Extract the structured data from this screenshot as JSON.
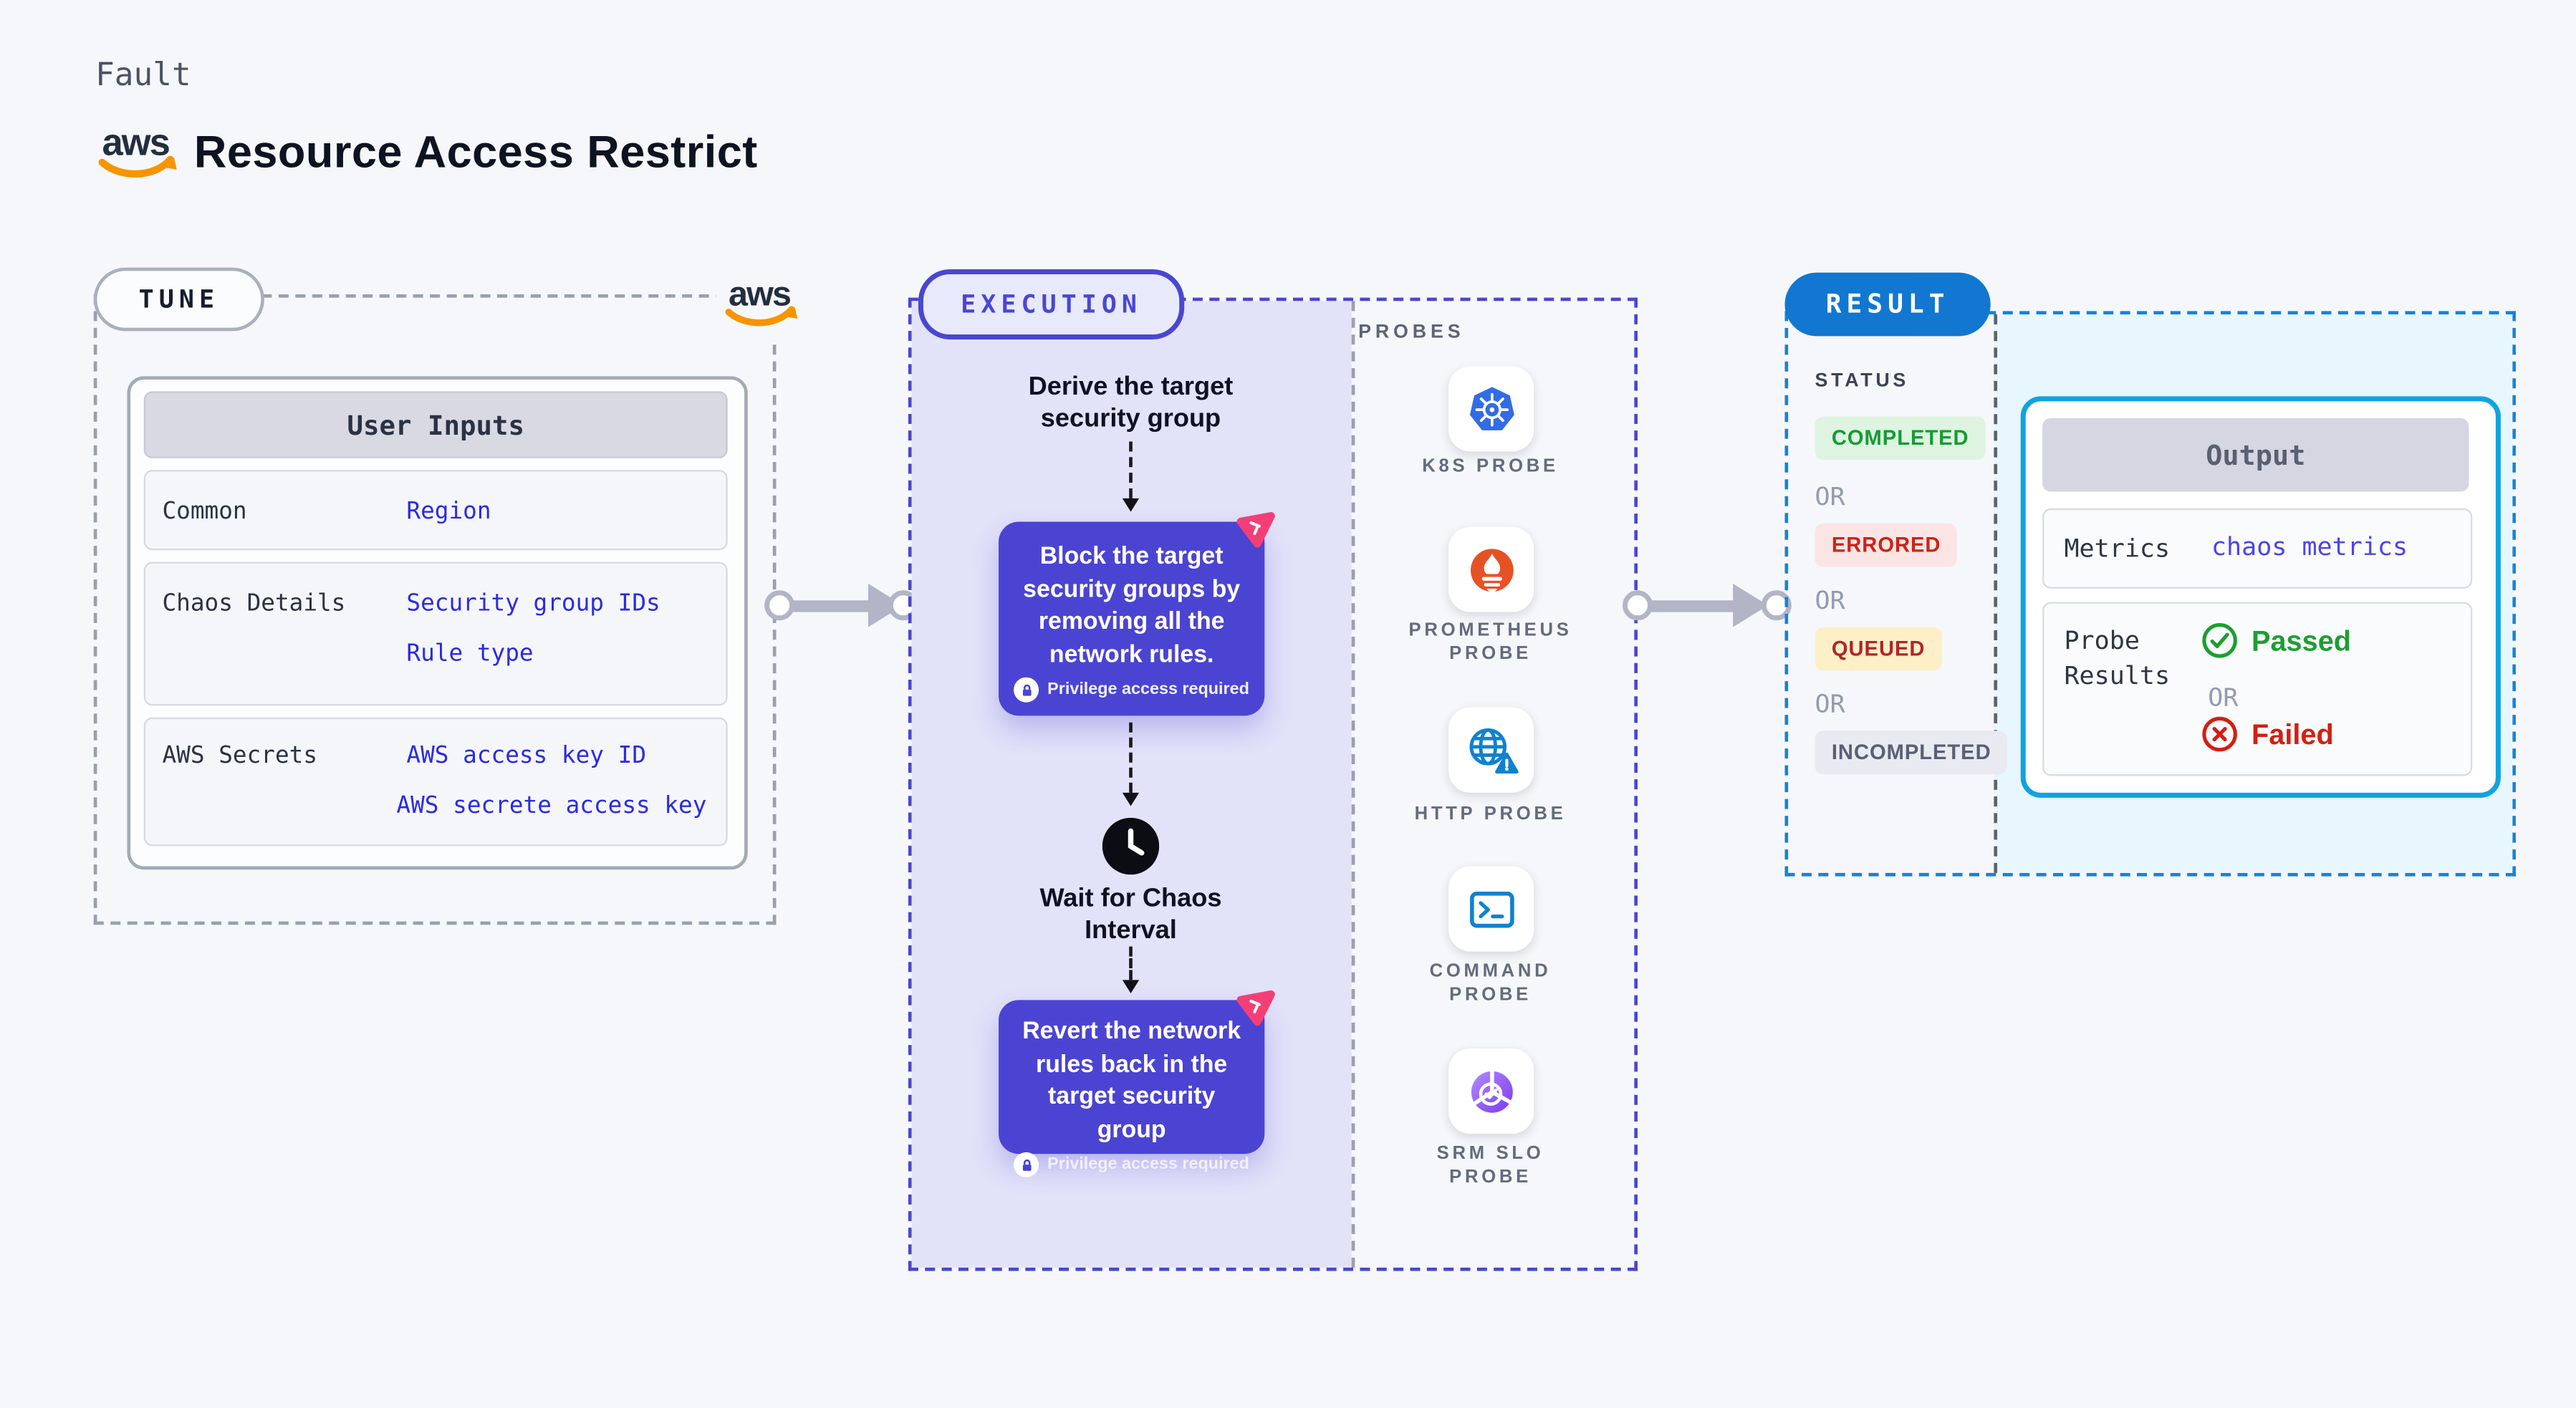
{
  "header": {
    "eyebrow": "Fault",
    "title": "Resource Access Restrict"
  },
  "aws_logo": {
    "text": "aws"
  },
  "tune": {
    "label": "TUNE",
    "table": {
      "title": "User Inputs",
      "rows": [
        {
          "label": "Common",
          "values": [
            "Region"
          ]
        },
        {
          "label": "Chaos Details",
          "values": [
            "Security group IDs",
            "Rule type"
          ]
        },
        {
          "label": "AWS Secrets",
          "values": [
            "AWS access key ID",
            "AWS secrete access key"
          ]
        }
      ]
    }
  },
  "execution": {
    "label": "EXECUTION",
    "derive_step": "Derive the target security group",
    "block_step": {
      "text": "Block the target security groups by removing all the network rules.",
      "note": "Privilege access required"
    },
    "wait_step": "Wait for Chaos Interval",
    "revert_step": {
      "text": "Revert the network rules back in the target security group",
      "note": "Privilege access required"
    },
    "probes": {
      "label": "PROBES",
      "items": [
        {
          "name": "K8S PROBE",
          "icon": "kubernetes-icon"
        },
        {
          "name": "PROMETHEUS PROBE",
          "icon": "prometheus-icon"
        },
        {
          "name": "HTTP PROBE",
          "icon": "http-globe-icon"
        },
        {
          "name": "COMMAND PROBE",
          "icon": "terminal-icon"
        },
        {
          "name": "SRM SLO PROBE",
          "icon": "slo-pie-icon"
        }
      ]
    }
  },
  "result": {
    "label": "RESULT",
    "status_label": "STATUS",
    "or_label": "OR",
    "statuses": [
      {
        "text": "COMPLETED",
        "fg": "#189a35",
        "bg": "#def4e1"
      },
      {
        "text": "ERRORED",
        "fg": "#cb231a",
        "bg": "#fbe5e4"
      },
      {
        "text": "QUEUED",
        "fg": "#b3242a",
        "bg": "#fdf0c6"
      },
      {
        "text": "INCOMPLETED",
        "fg": "#596075",
        "bg": "#e9eaf1"
      }
    ],
    "output": {
      "title": "Output",
      "metrics_label": "Metrics",
      "metrics_value": "chaos metrics",
      "probe_results_label": "Probe Results",
      "passed": "Passed",
      "failed": "Failed"
    }
  },
  "colors": {
    "page_bg": "#f6f7fa",
    "tune_dash": "#98a0ac",
    "execution_accent": "#4a46d0",
    "execution_bg": "#e2e2f9",
    "action_box_blue": "#4b44d2",
    "chaos_pink": "#f43f76",
    "result_accent": "#1277d1",
    "output_border": "#10a3e0",
    "output_bg": "#e8f6fd",
    "value_blue": "#2b2be0",
    "passed_green": "#1d9e32",
    "failed_red": "#d21f12",
    "arrow_gray": "#b2b5c5"
  }
}
